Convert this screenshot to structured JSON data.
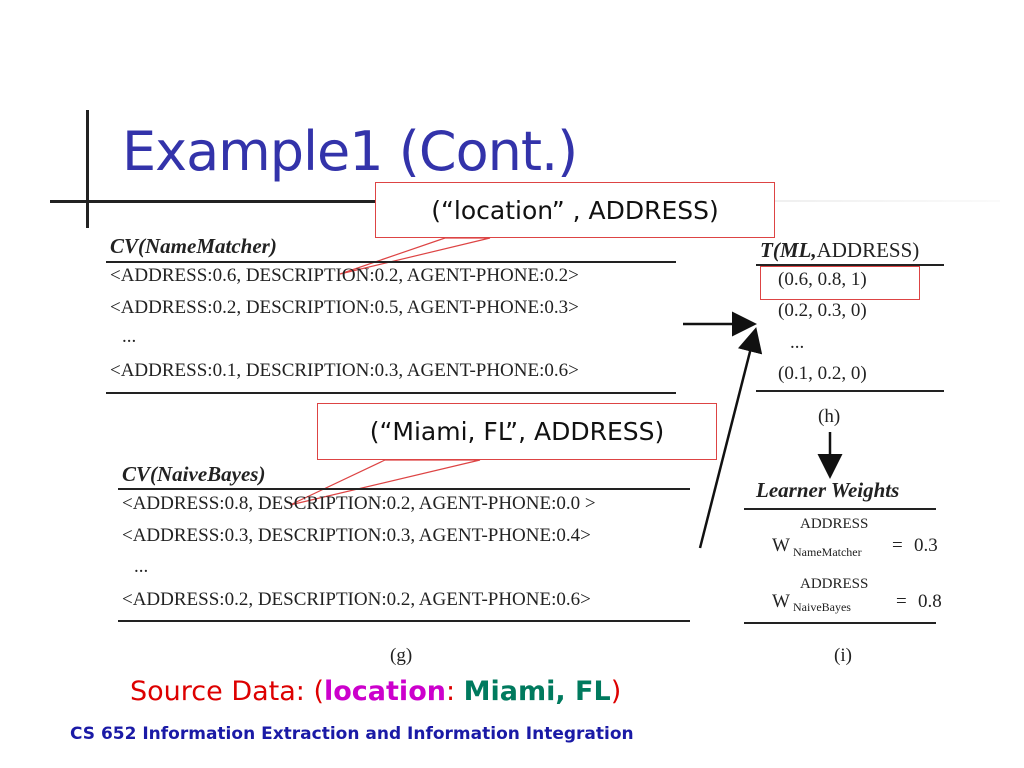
{
  "slide": {
    "title": "Example1 (Cont.)"
  },
  "name_matcher": {
    "header": "CV(NameMatcher)",
    "rows": [
      "<ADDRESS:0.6, DESCRIPTION:0.2, AGENT-PHONE:0.2>",
      "<ADDRESS:0.2, DESCRIPTION:0.5, AGENT-PHONE:0.3>",
      "...",
      "<ADDRESS:0.1, DESCRIPTION:0.3, AGENT-PHONE:0.6>"
    ]
  },
  "naive_bayes": {
    "header": "CV(NaiveBayes)",
    "rows": [
      "<ADDRESS:0.8, DESCRIPTION:0.2, AGENT-PHONE:0.0 >",
      "<ADDRESS:0.3, DESCRIPTION:0.3, AGENT-PHONE:0.4>",
      "...",
      "<ADDRESS:0.2, DESCRIPTION:0.2, AGENT-PHONE:0.6>"
    ],
    "caption": "(g)"
  },
  "tml": {
    "header_italic": "T(ML,",
    "header_rest": "ADDRESS)",
    "rows": [
      "(0.6, 0.8, 1)",
      "(0.2, 0.3, 0)",
      "...",
      "(0.1, 0.2, 0)"
    ],
    "caption": "(h)"
  },
  "learner_weights": {
    "header": "Learner Weights",
    "w1": {
      "w": "W",
      "sup": "ADDRESS",
      "sub": "NameMatcher",
      "eq": "=",
      "value": "0.3"
    },
    "w2": {
      "w": "W",
      "sup": "ADDRESS",
      "sub": "NaiveBayes",
      "eq": "=",
      "value": "0.8"
    },
    "caption": "(i)"
  },
  "callouts": {
    "location": "(“location” ,  ADDRESS)",
    "miami": "(“Miami, FL”, ADDRESS)"
  },
  "source": {
    "prefix": "Source Data: (",
    "location": "location",
    "colon": ":",
    "miami": "Miami, FL",
    "suffix": ")"
  },
  "footer": "CS 652 Information Extraction and Information Integration",
  "colors": {
    "title": "#3333aa",
    "callout_border": "#dd4444",
    "source_red": "#dd0000",
    "location_magenta": "#cc00cc",
    "miami_teal": "#007a5e",
    "footer_blue": "#1a1aa6"
  }
}
